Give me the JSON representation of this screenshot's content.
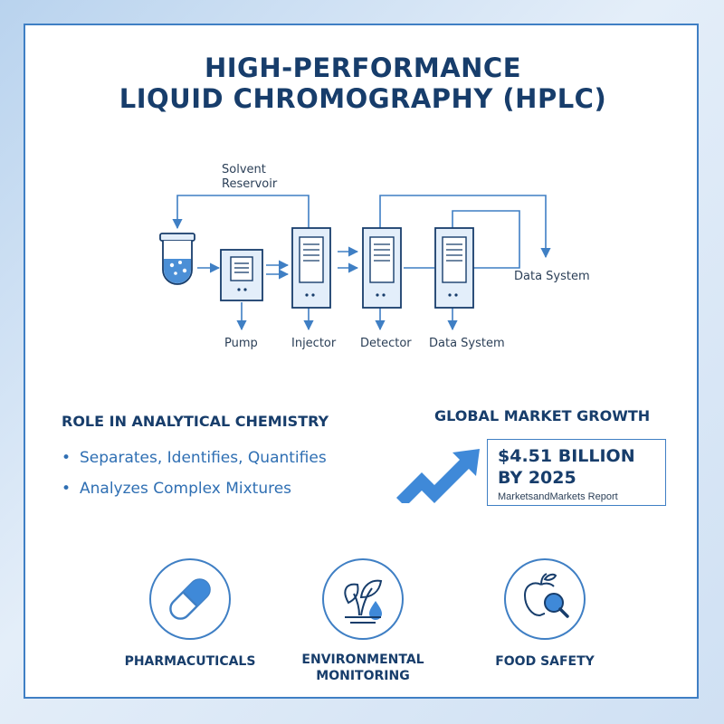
{
  "title": {
    "line1": "HIGH-PERFORMANCE",
    "line2": "LIQUID CHROMOGRAPHY (HPLC)"
  },
  "diagram": {
    "labels": {
      "solvent_reservoir_line1": "Solvent",
      "solvent_reservoir_line2": "Reservoir",
      "pump": "Pump",
      "injector": "Injector",
      "detector": "Detector",
      "data_system_bottom": "Data System",
      "data_system_right": "Data System"
    },
    "colors": {
      "line": "#3f7fc4",
      "module_fill": "#e3eefa",
      "dark_navy": "#173d6b"
    }
  },
  "role": {
    "heading": "ROLE IN ANALYTICAL CHEMISTRY",
    "items": [
      "Separates, Identifies, Quantifies",
      "Analyzes Complex Mixtures"
    ]
  },
  "market": {
    "heading": "GLOBAL MARKET GROWTH",
    "value_line1": "$4.51 BILLION",
    "value_line2": "BY 2025",
    "source": "MarketsandMarkets Report",
    "arrow_icon": "trend-up-arrow-icon"
  },
  "applications": [
    {
      "icon": "capsule-icon",
      "line1": "PHARMACUTICALS",
      "line2": ""
    },
    {
      "icon": "leaf-droplet-icon",
      "line1": "ENVIRONMENTAL",
      "line2": "MONITORING"
    },
    {
      "icon": "apple-magnifier-icon",
      "line1": "FOOD SAFETY",
      "line2": ""
    }
  ]
}
